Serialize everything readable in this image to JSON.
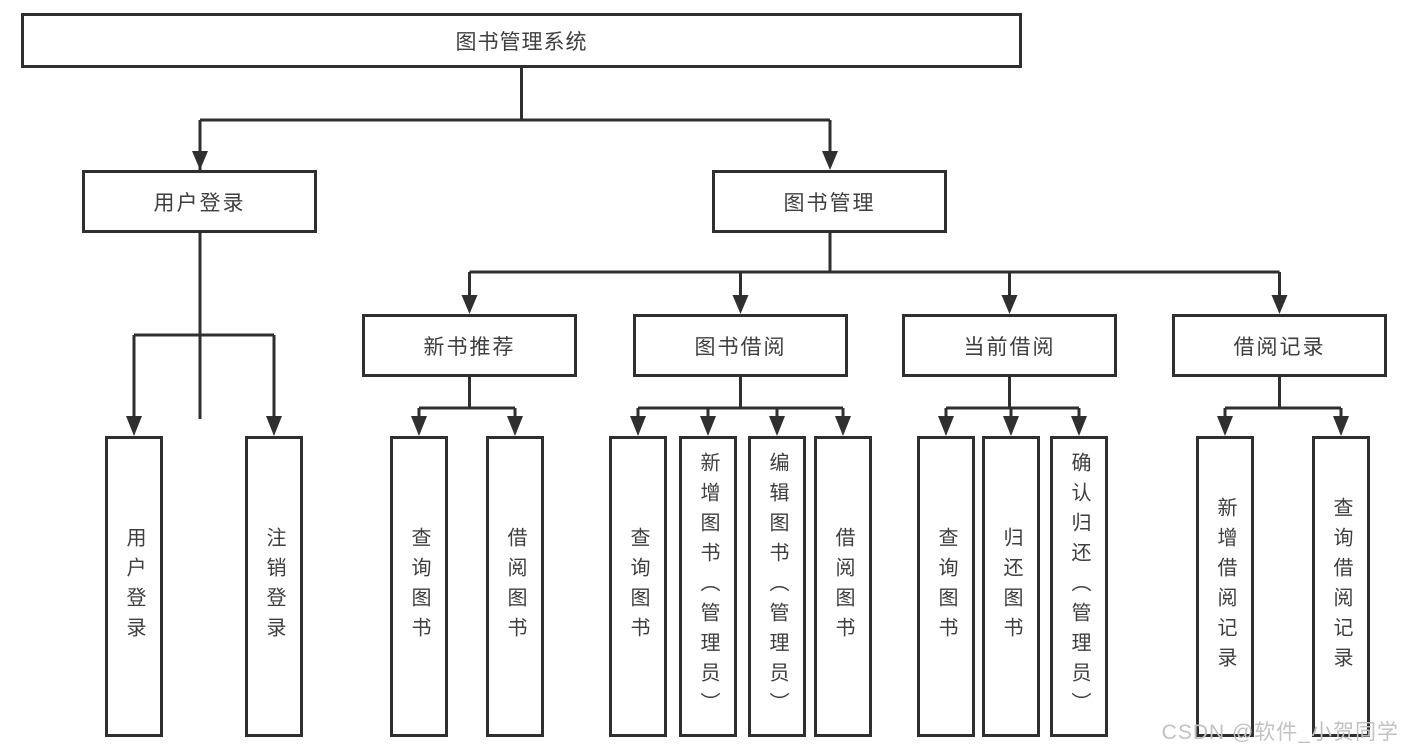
{
  "colors": {
    "line": "#2f2f2f",
    "text": "#3e3e3e",
    "background": "#ffffff",
    "watermark": "#c2c2c2"
  },
  "watermark": {
    "text": "CSDN @软件_小贺同学"
  },
  "tree": {
    "root": {
      "label": "图书管理系统"
    },
    "level2": [
      {
        "label": "用户登录",
        "parent": "图书管理系统"
      },
      {
        "label": "图书管理",
        "parent": "图书管理系统"
      }
    ],
    "level3": [
      {
        "label": "新书推荐",
        "parent": "图书管理"
      },
      {
        "label": "图书借阅",
        "parent": "图书管理"
      },
      {
        "label": "当前借阅",
        "parent": "图书管理"
      },
      {
        "label": "借阅记录",
        "parent": "图书管理"
      }
    ],
    "leaves": [
      {
        "label": "用户登录",
        "parent": "用户登录"
      },
      {
        "label": "注销登录",
        "parent": "用户登录"
      },
      {
        "label": "查询图书",
        "parent": "新书推荐"
      },
      {
        "label": "借阅图书",
        "parent": "新书推荐"
      },
      {
        "label": "查询图书",
        "parent": "图书借阅"
      },
      {
        "label": "新增图书（管理员）",
        "parent": "图书借阅"
      },
      {
        "label": "编辑图书（管理员）",
        "parent": "图书借阅"
      },
      {
        "label": "借阅图书",
        "parent": "图书借阅"
      },
      {
        "label": "查询图书",
        "parent": "当前借阅"
      },
      {
        "label": "归还图书",
        "parent": "当前借阅"
      },
      {
        "label": "确认归还（管理员）",
        "parent": "当前借阅"
      },
      {
        "label": "新增借阅记录",
        "parent": "借阅记录"
      },
      {
        "label": "查询借阅记录",
        "parent": "借阅记录"
      }
    ]
  }
}
